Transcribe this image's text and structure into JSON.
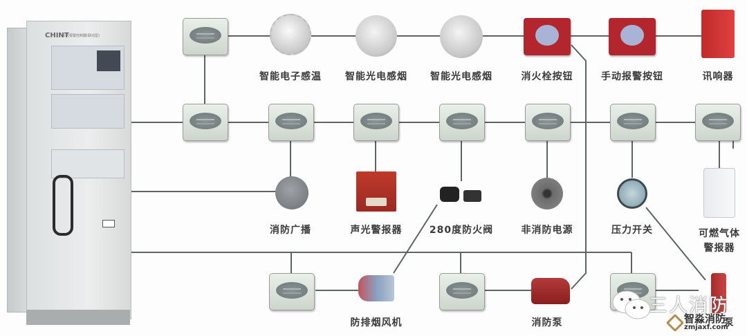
{
  "diagram": {
    "title": "Intelligent fire alarm system topology",
    "controller": {
      "brand": "CHINT",
      "model_text": "火灾报警控制器(联动型)"
    },
    "top_row_devices": [
      {
        "id": "heat-detector",
        "label": "智能电子感温"
      },
      {
        "id": "smoke-detector-1",
        "label": "智能光电感烟"
      },
      {
        "id": "smoke-detector-2",
        "label": "智能光电感烟"
      },
      {
        "id": "hydrant-button",
        "label": "消火栓按钮"
      },
      {
        "id": "manual-call-point",
        "label": "手动报警按钮"
      },
      {
        "id": "sounder",
        "label": "讯响器"
      }
    ],
    "middle_row_devices": [
      {
        "id": "pa-speaker",
        "label": "消防广播"
      },
      {
        "id": "strobe-siren",
        "label": "声光警报器"
      },
      {
        "id": "fire-damper",
        "label": "280度防火阀"
      },
      {
        "id": "non-fire-power",
        "label": "非消防电源"
      },
      {
        "id": "pressure-switch",
        "label": "压力开关"
      },
      {
        "id": "gas-detector",
        "label": "可燃气体\n警报器",
        "label_line1": "可燃气体",
        "label_line2": "警报器"
      }
    ],
    "bottom_row_devices": [
      {
        "id": "smoke-exhaust-fan",
        "label": "防排烟风机"
      },
      {
        "id": "fire-pump",
        "label": "消防泵"
      },
      {
        "id": "sprinkler-pump",
        "label": "泵"
      }
    ],
    "colors": {
      "wire": "#5c6360",
      "red_device": "#b3262e",
      "module_face": "#d7dfd7"
    }
  },
  "watermark": {
    "wechat_name": "三人消防",
    "site_name": "智淼消防",
    "site_url": "zmjaxf.com"
  }
}
